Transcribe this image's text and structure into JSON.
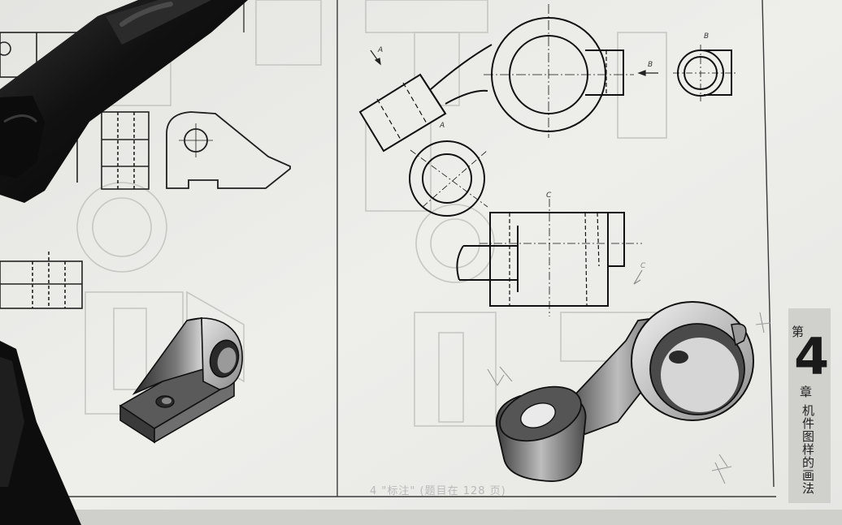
{
  "sheet": {
    "chapter": {
      "prefix": "第",
      "number": "4",
      "suffix": "章",
      "title": "机件图样的画法"
    },
    "footer_note": "4 \"标注\" (题目在 128 页)",
    "view_labels": {
      "a_arrow": "A",
      "a_view": "A",
      "b_arrow": "B",
      "b_view": "B",
      "c_cut": "C",
      "c_arrow": "C"
    }
  },
  "colors": {
    "paper": "#ecece9",
    "line": "#1f1f1f",
    "ghost": "#c9c9c5",
    "handle": "#141414"
  }
}
